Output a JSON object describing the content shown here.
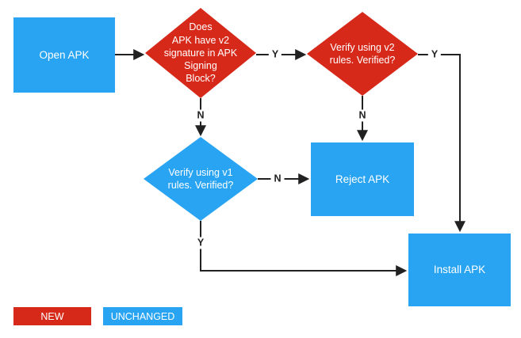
{
  "diagram": {
    "nodes": {
      "open_apk": {
        "label": "Open APK",
        "shape": "rect",
        "color": "#29a4f2"
      },
      "v2_check": {
        "label": "Does\nAPK have v2\nsignature in APK\nSigning\nBlock?",
        "shape": "diamond",
        "color": "#d7291a"
      },
      "v2_verify": {
        "label": "Verify using v2\nrules. Verified?",
        "shape": "diamond",
        "color": "#d7291a"
      },
      "v1_verify": {
        "label": "Verify using v1\nrules. Verified?",
        "shape": "diamond",
        "color": "#29a4f2"
      },
      "reject_apk": {
        "label": "Reject APK",
        "shape": "rect",
        "color": "#29a4f2"
      },
      "install_apk": {
        "label": "Install APK",
        "shape": "rect",
        "color": "#29a4f2"
      }
    },
    "edges": [
      {
        "from": "open_apk",
        "to": "v2_check",
        "label": ""
      },
      {
        "from": "v2_check",
        "to": "v2_verify",
        "label": "Y"
      },
      {
        "from": "v2_check",
        "to": "v1_verify",
        "label": "N"
      },
      {
        "from": "v2_verify",
        "to": "install_apk",
        "label": "Y"
      },
      {
        "from": "v2_verify",
        "to": "reject_apk",
        "label": "N"
      },
      {
        "from": "v1_verify",
        "to": "reject_apk",
        "label": "N"
      },
      {
        "from": "v1_verify",
        "to": "install_apk",
        "label": "Y"
      }
    ],
    "legend": [
      {
        "label": "NEW",
        "color": "#d7291a"
      },
      {
        "label": "UNCHANGED",
        "color": "#29a4f2"
      }
    ],
    "colors": {
      "new": "#d7291a",
      "unchanged": "#29a4f2",
      "connector": "#212121",
      "node_text": "#ffffff"
    }
  }
}
